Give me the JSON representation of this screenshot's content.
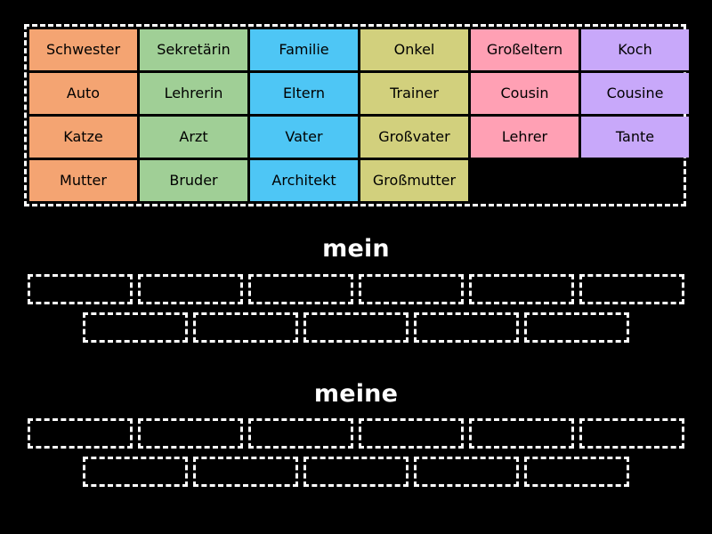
{
  "word_bank": {
    "name": "word-bank",
    "rows": [
      [
        {
          "label": "Schwester",
          "color": "#f4a472"
        },
        {
          "label": "Sekretärin",
          "color": "#a0cf96"
        },
        {
          "label": "Familie",
          "color": "#4ec6f5"
        },
        {
          "label": "Onkel",
          "color": "#d2d07d"
        },
        {
          "label": "Großeltern",
          "color": "#ffa0b4"
        },
        {
          "label": "Koch",
          "color": "#c8a8fa"
        }
      ],
      [
        {
          "label": "Auto",
          "color": "#f4a472"
        },
        {
          "label": "Lehrerin",
          "color": "#a0cf96"
        },
        {
          "label": "Eltern",
          "color": "#4ec6f5"
        },
        {
          "label": "Trainer",
          "color": "#d2d07d"
        },
        {
          "label": "Cousin",
          "color": "#ffa0b4"
        },
        {
          "label": "Cousine",
          "color": "#c8a8fa"
        }
      ],
      [
        {
          "label": "Katze",
          "color": "#f4a472"
        },
        {
          "label": "Arzt",
          "color": "#a0cf96"
        },
        {
          "label": "Vater",
          "color": "#4ec6f5"
        },
        {
          "label": "Großvater",
          "color": "#d2d07d"
        },
        {
          "label": "Lehrer",
          "color": "#ffa0b4"
        },
        {
          "label": "Tante",
          "color": "#c8a8fa"
        }
      ],
      [
        {
          "label": "Mutter",
          "color": "#f4a472"
        },
        {
          "label": "Bruder",
          "color": "#a0cf96"
        },
        {
          "label": "Architekt",
          "color": "#4ec6f5"
        },
        {
          "label": "Großmutter",
          "color": "#d2d07d"
        }
      ]
    ]
  },
  "sections": [
    {
      "id": "mein",
      "title": "mein",
      "slot_rows": [
        6,
        5
      ]
    },
    {
      "id": "meine",
      "title": "meine",
      "slot_rows": [
        6,
        5
      ]
    }
  ],
  "colors": {
    "background": "#000000",
    "outline": "#ffffff",
    "text_on_tile": "#000000",
    "heading_text": "#ffffff"
  }
}
